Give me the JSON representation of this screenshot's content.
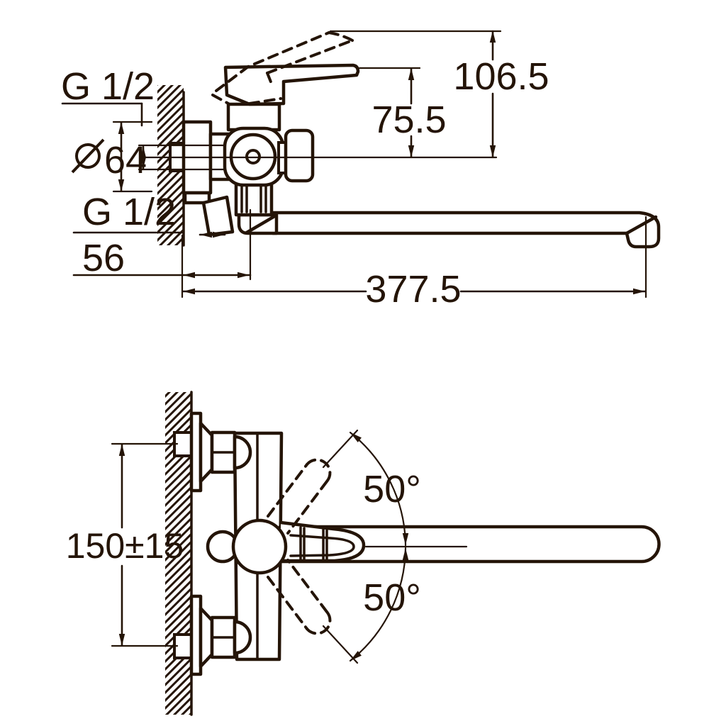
{
  "colors": {
    "ink": "#241407",
    "background": "#ffffff"
  },
  "views": {
    "side_view": {
      "labels": {
        "wall_thread": "G 1/2",
        "shower_thread": "G 1/2",
        "escutcheon_diameter_symbol": "⌀",
        "escutcheon_diameter_value": "64"
      },
      "dimensions": {
        "open_handle_height": "106.5",
        "handle_height": "75.5",
        "wall_to_body": "56",
        "spout_reach": "377.5"
      }
    },
    "front_view": {
      "dimensions": {
        "connection_centers": "150±15",
        "handle_swing_up": "50°",
        "handle_swing_down": "50°"
      }
    }
  }
}
